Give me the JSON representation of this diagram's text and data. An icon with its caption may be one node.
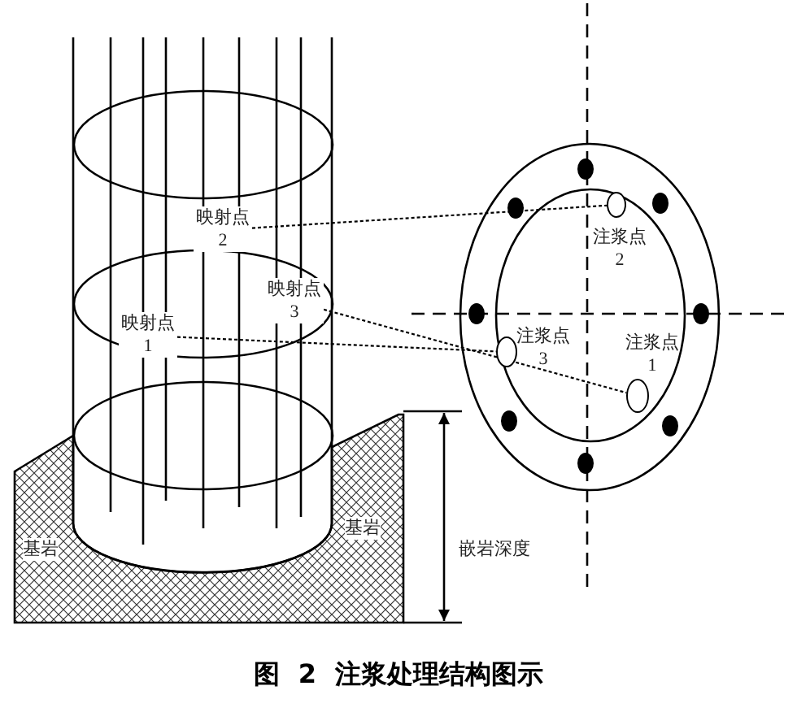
{
  "diagram": {
    "caption": "图 2 注浆处理结构图示",
    "nodes": [
      {
        "text": [
          "映射点 2"
        ]
      },
      {
        "text": [
          "映射点 3"
        ]
      },
      {
        "text": [
          "映射点 1"
        ]
      },
      {
        "text": [],
        "shape": "circle",
        "beside": [
          "注浆点 2"
        ]
      },
      {
        "text": [],
        "shape": "circle",
        "beside": [
          "注浆点 3"
        ]
      },
      {
        "text": [],
        "shape": "circle",
        "beside": [
          "注浆点 1"
        ]
      }
    ],
    "edges": [
      {
        "from": 0,
        "to": 3,
        "arrow": "none",
        "style": "dashed"
      },
      {
        "from": 2,
        "to": 4,
        "arrow": "none",
        "style": "dashed"
      },
      {
        "from": 1,
        "to": 5,
        "arrow": "none",
        "style": "dashed"
      }
    ],
    "labels": [
      "基岩",
      "基岩",
      "嵌岩深度"
    ]
  }
}
